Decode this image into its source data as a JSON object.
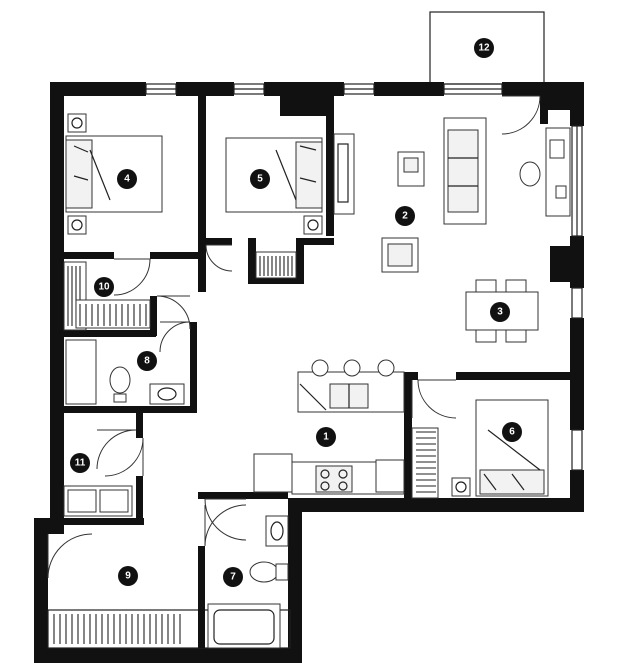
{
  "floor_plan": {
    "background": "#ffffff",
    "wall_color": "#111111",
    "badge_color": "#111111",
    "rooms": [
      {
        "id": "r1",
        "label": "1"
      },
      {
        "id": "r2",
        "label": "2"
      },
      {
        "id": "r3",
        "label": "3"
      },
      {
        "id": "r4",
        "label": "4"
      },
      {
        "id": "r5",
        "label": "5"
      },
      {
        "id": "r6",
        "label": "6"
      },
      {
        "id": "r7",
        "label": "7"
      },
      {
        "id": "r8",
        "label": "8"
      },
      {
        "id": "r9",
        "label": "9"
      },
      {
        "id": "r10",
        "label": "10"
      },
      {
        "id": "r11",
        "label": "11"
      },
      {
        "id": "r12",
        "label": "12"
      }
    ]
  }
}
